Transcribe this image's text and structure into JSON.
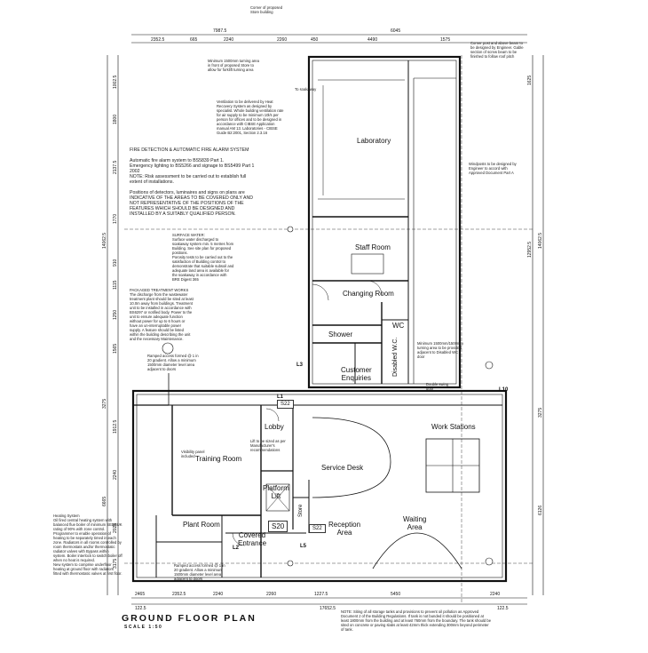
{
  "title": "GROUND FLOOR PLAN",
  "scale": "SCALE 1:50",
  "rooms": {
    "laboratory": "Laboratory",
    "staff_room": "Staff Room",
    "changing_room": "Changing Room",
    "shower": "Shower",
    "wc": "WC",
    "disabled_wc": "Disabled W.C.",
    "customer_enquiries": "Customer\nEnquiries",
    "lobby": "Lobby",
    "service_desk": "Service Desk",
    "work_stations": "Work Stations",
    "training_room": "Training Room",
    "platform_lift": "Platform\nLift",
    "store": "Store",
    "plant_room": "Plant Room",
    "covered_entrance": "Covered\nEntrance",
    "reception_area": "Reception\nArea",
    "waiting_area": "Waiting\nArea"
  },
  "door_tags": {
    "l1": "L1",
    "l2": "L2",
    "l3": "L3",
    "l5": "L5",
    "l10": "L10",
    "s20": "S20",
    "s22": "S22",
    "s22b": "S22"
  },
  "dims_top_overall": {
    "a": "7987.5",
    "b": "6045"
  },
  "dims_top": [
    "2352.5",
    "665",
    "2240",
    "2260",
    "450",
    "4490",
    "1575"
  ],
  "dims_bottom": [
    "2465",
    "2352.5",
    "2240",
    "2260",
    "1227.5",
    "5450",
    "2240"
  ],
  "dims_bottom_overall": {
    "a": "122.5",
    "b": "17652.5",
    "c": "122.5"
  },
  "dims_left": [
    "1002.5",
    "1800",
    "2137.5",
    "1770",
    "910",
    "1115",
    "1250",
    "1565",
    "3275",
    "1912.5",
    "2240",
    "6665",
    "2025",
    "3175"
  ],
  "dims_left_overall": "14062.5",
  "dims_right": [
    "1625",
    "12952.5",
    "14062.5",
    "3275",
    "6126"
  ],
  "notes": {
    "fire": "FIRE DETECTION & AUTOMATIC FIRE ALARM SYSTEM\n\nAutomatic fire alarm system to BS5839 Part 1.\nEmergency lighting to BS5266 and signage to BS5499 Part 1 2002\nNOTE: Risk assessment to be carried out to establish full extent of installations.\n\nPositions of detectors, luminaires and signs on plans are INDICATIVE OF THE AREAS TO BE COVERED ONLY AND NOT REPRESENTATIVE OF THE POSITIONS OF THE FEATURES WHICH SHOULD BE DESIGNED AND INSTALLED BY A SUITABLY QUALIFIED PERSON.",
    "ventilation": "Ventilation to be delivered by Heat Recovery System as designed by specialist. Whole building ventilation rate for air supply to be minimum 10l/s per person for offices and to be designed in accordance with CIBSE Application manual AM 13. Laboratories - CIBSE Guide B2:2001, Section 2.3.16",
    "surface_water": "SURFACE WATER:\nSurface water discharged to soakaway system min. 5 metres from Building. See site plan for proposed positions.\nPorosity tests to be carried out to the satisfaction of Building control to demonstrate that suitable subsoil and adequate land area is available for the soakaway in accordance with BRE Digest 365",
    "packaged": "PACKAGED TREATMENT WORKS\nThe discharge from the wastewater treatment plant should be sited at least 10.0m away from buildings. Treatment unit to be installed in accordance with BS6297 or notified body. Power to the unit to ensure adequate function without power for up to 6 hours or have an un-interruptable power supply. A feature should be listed within the building describing the unit and the necessary Maintenance.",
    "heating": "Heating System\nOil fired central heating system with balanced flue boiler of minimum SEDBUK rating of 90% with zone control. Programmer to enable operation of heating to be separately timed in each zone. Radiators in all rooms controlled by room thermostats and/or thermostatic radiator valves with Bypass within system. Boiler interlock to switch boiler off when no heat is required.\nNew system to comprise underfloor heating at ground floor with radiators fitted with thermostatic valves at first floor.",
    "ramped_top": "Ramped access formed @ 1 in 20 gradient. Allow a minimum 1500mm diameter level area adjacent to doors",
    "ramped_bottom": "Ramped access formed @ 1 in 20 gradient. Allow a minimum 1500mm diameter level area adjacent to doors",
    "wc_turning": "Minimum 1500mm/1500mm turning area to be provided adjacent to Disabled WC door",
    "double_swing": "Double swing door",
    "visibility_bottom": "Visibility panel included",
    "lift": "Lift to be sized as per Manufacturer's recommendations",
    "corner_post": "Corner post and above beam to be designed by Engineer. Gable section of screw beam to be finished to follow roof pitch",
    "windposts": "Windposts to be designed by Engineer to accord with Approved Document Part A",
    "bottom_note": "NOTE: Siting of all storage tanks and provisions to prevent oil pollution as Approved Document J of the Building Regulations. If tank is not bunded it should be positioned at least 1800mm from the building and at least 760mm from the boundary. The tank should be sited on concrete or paving slabs at least 42mm thick extending 300mm beyond perimeter of tank.",
    "min_turn": "Minimum 1500mm turning area in front of proposed Store to allow for forklift turning area",
    "corner_store": "Corner of proposed Store building",
    "to_soakaway": "To soakaway"
  }
}
